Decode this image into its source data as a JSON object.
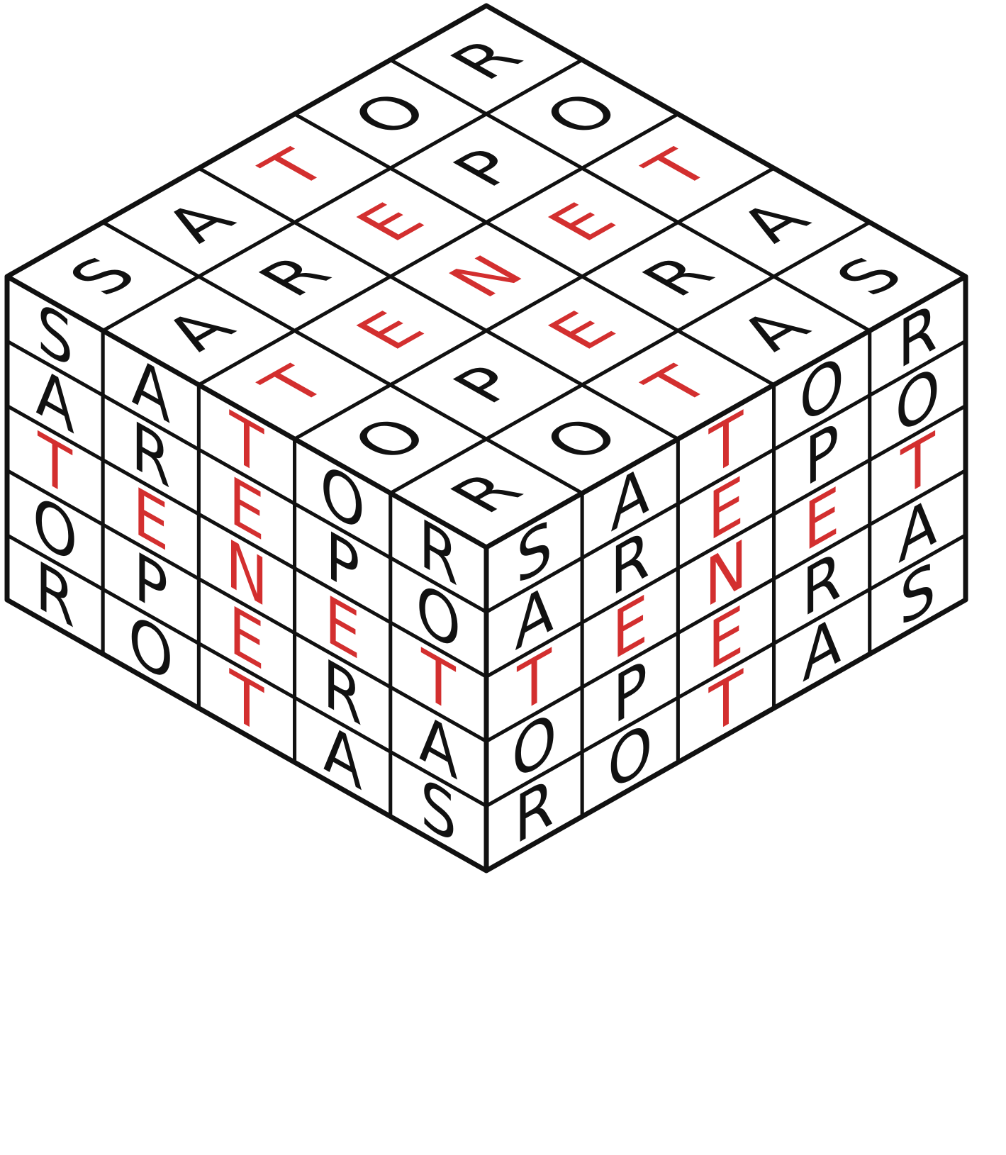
{
  "colors": {
    "highlight": "#d32f2f",
    "ink": "#111111",
    "background": "#ffffff"
  },
  "highlight_letter": "T E N",
  "faces": {
    "top": {
      "rows": [
        [
          "S",
          "A",
          "T",
          "O",
          "R"
        ],
        [
          "A",
          "R",
          "E",
          "P",
          "O"
        ],
        [
          "T",
          "E",
          "N",
          "E",
          "T"
        ],
        [
          "O",
          "P",
          "E",
          "R",
          "A"
        ],
        [
          "R",
          "O",
          "T",
          "A",
          "S"
        ]
      ]
    },
    "left": {
      "rows": [
        [
          "S",
          "A",
          "T",
          "O",
          "R"
        ],
        [
          "A",
          "R",
          "E",
          "P",
          "O"
        ],
        [
          "T",
          "E",
          "N",
          "E",
          "T"
        ],
        [
          "O",
          "P",
          "E",
          "R",
          "A"
        ],
        [
          "R",
          "O",
          "T",
          "A",
          "S"
        ]
      ]
    },
    "right": {
      "rows": [
        [
          "S",
          "A",
          "T",
          "O",
          "R"
        ],
        [
          "A",
          "R",
          "E",
          "P",
          "O"
        ],
        [
          "T",
          "E",
          "N",
          "E",
          "T"
        ],
        [
          "O",
          "P",
          "E",
          "R",
          "A"
        ],
        [
          "R",
          "O",
          "T",
          "A",
          "S"
        ]
      ]
    }
  }
}
